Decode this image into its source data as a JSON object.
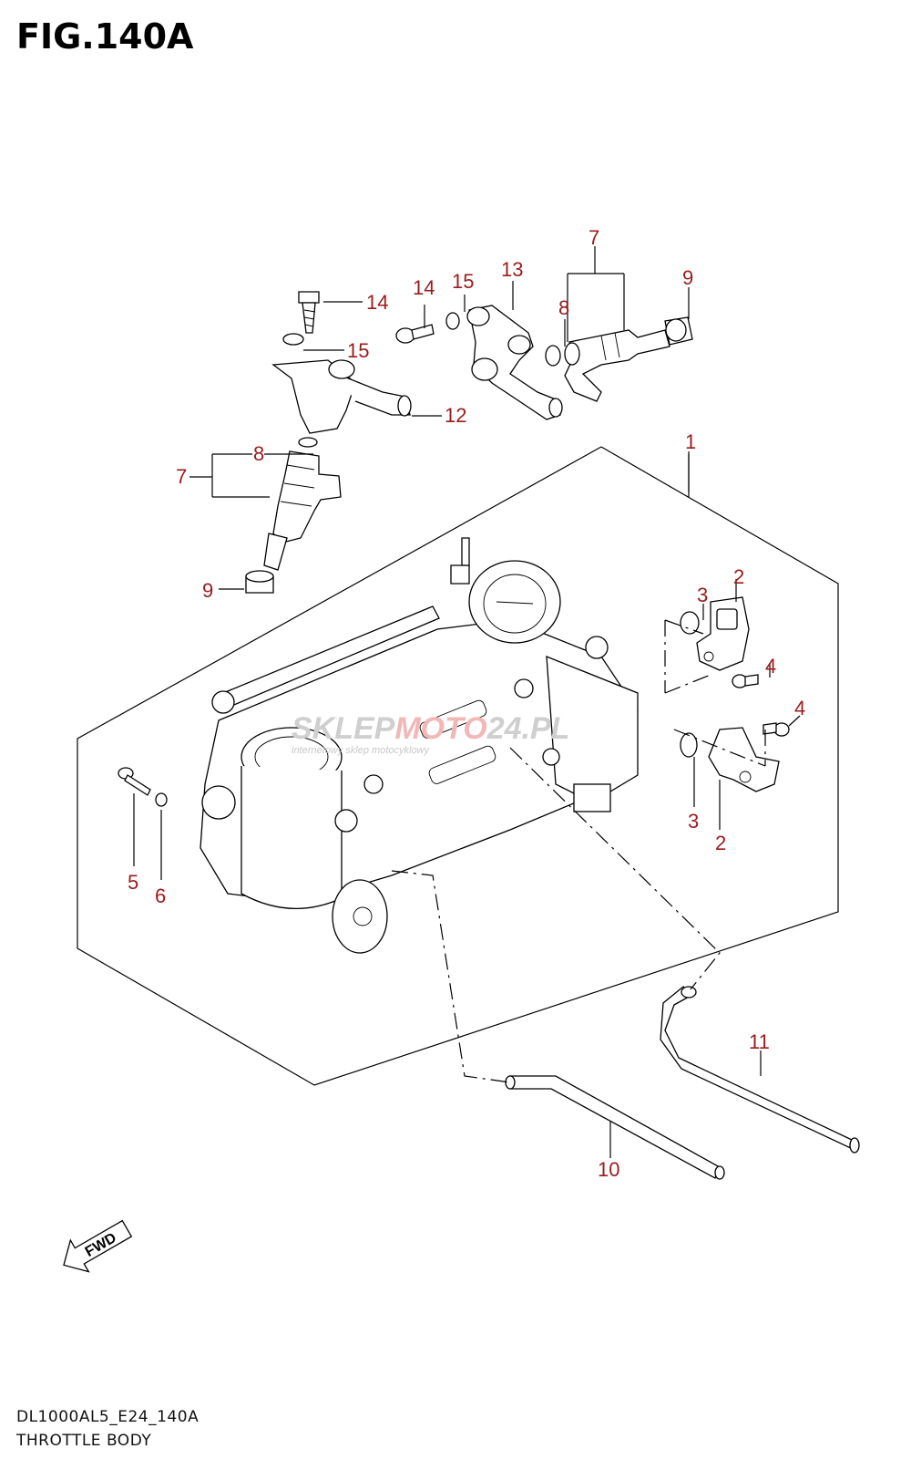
{
  "figure": {
    "title": "FIG.140A",
    "code": "DL1000AL5_E24_140A",
    "name": "THROTTLE BODY"
  },
  "callouts": [
    {
      "label": "1"
    },
    {
      "label": "2"
    },
    {
      "label": "2"
    },
    {
      "label": "3"
    },
    {
      "label": "3"
    },
    {
      "label": "4"
    },
    {
      "label": "4"
    },
    {
      "label": "5"
    },
    {
      "label": "6"
    },
    {
      "label": "7"
    },
    {
      "label": "7"
    },
    {
      "label": "8"
    },
    {
      "label": "8"
    },
    {
      "label": "9"
    },
    {
      "label": "9"
    },
    {
      "label": "10"
    },
    {
      "label": "11"
    },
    {
      "label": "12"
    },
    {
      "label": "13"
    },
    {
      "label": "14"
    },
    {
      "label": "14"
    },
    {
      "label": "15"
    },
    {
      "label": "15"
    }
  ],
  "watermark": {
    "text_main": "SKLEP",
    "text_accent": "MOTO",
    "text_end": "24.PL",
    "subtext": "internetowy sklep motocyklowy"
  },
  "fwd_label": "FWD",
  "colors": {
    "callout": "#9b1c1c",
    "line": "#000000"
  }
}
